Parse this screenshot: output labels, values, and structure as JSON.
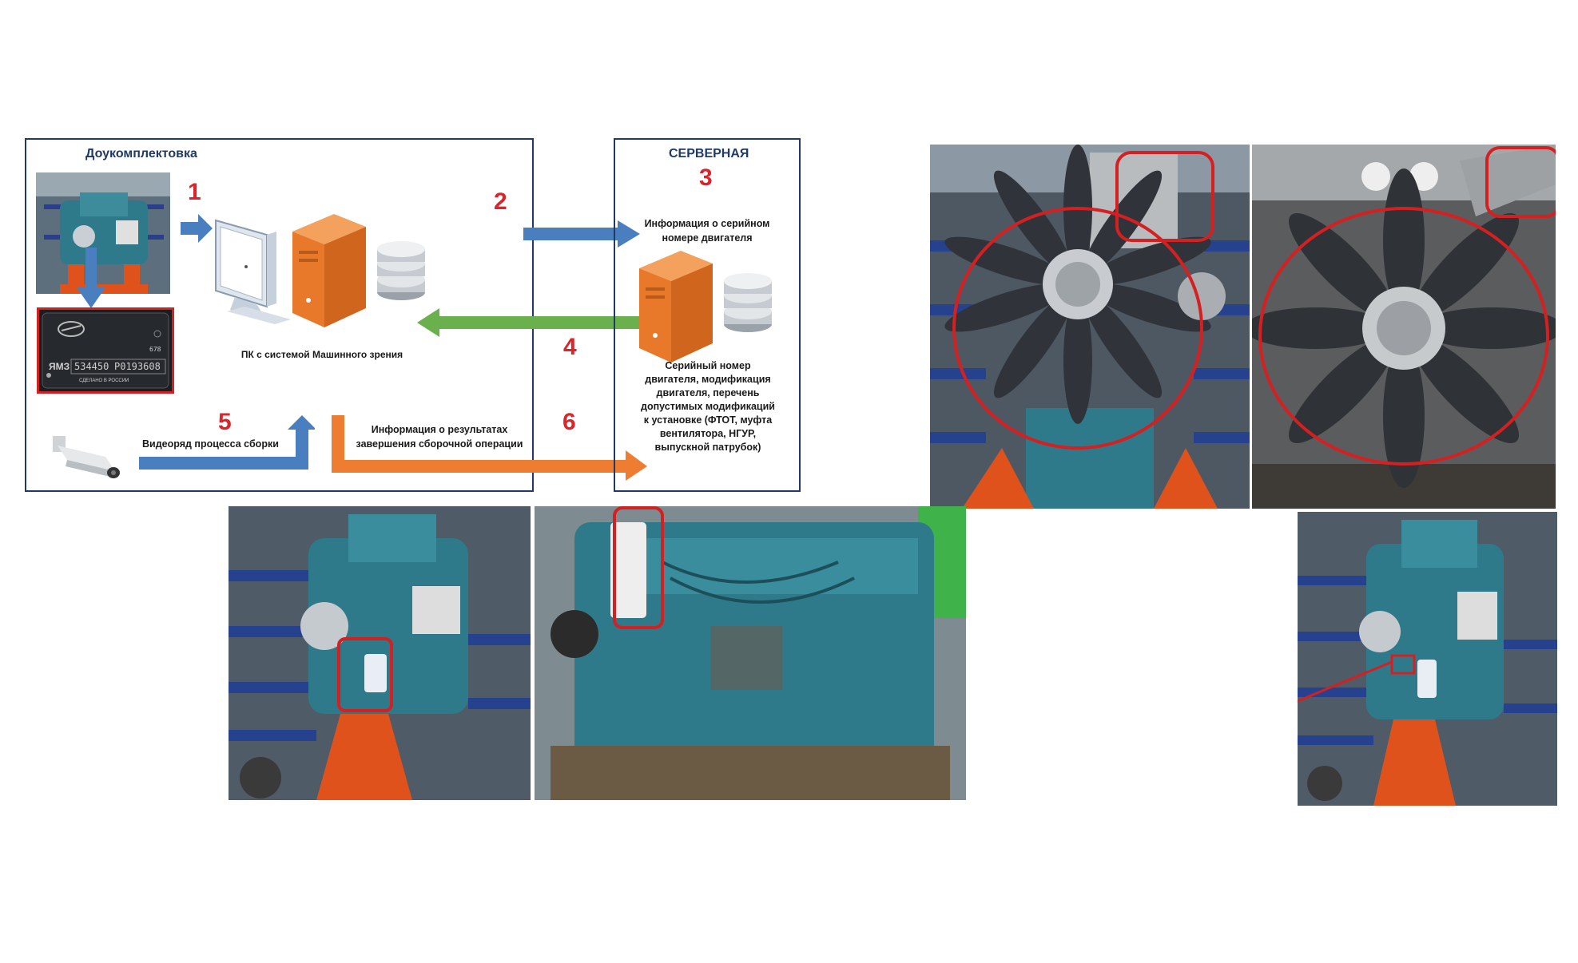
{
  "left_panel": {
    "title": "Доукомплектовка",
    "step1": "1",
    "step5": "5",
    "pc_label": "ПК с системой Машинного зрения",
    "video_label": "Видеоряд процесса сборки",
    "result_label_line1": "Информация о результатах",
    "result_label_line2": "завершения сборочной операции",
    "plate": {
      "brand": "ЯМЗ",
      "serial_left": "534450",
      "serial_right": "P0193608",
      "made_in": "СДЕЛАНО В РОССИИ",
      "code": "678"
    }
  },
  "connectors": {
    "step2": "2",
    "step4": "4",
    "step6": "6"
  },
  "server_panel": {
    "title": "СЕРВЕРНАЯ",
    "step3": "3",
    "request_line1": "Информация о серийном",
    "request_line2": "номере двигателя",
    "response_lines": [
      "Серийный номер",
      "двигателя, модификация",
      "двигателя, перечень",
      "допустимых модификаций",
      "к установке (ФТОТ, муфта",
      "вентилятора, НГУР,",
      "выпускной патрубок)"
    ]
  },
  "colors": {
    "frame": "#1f3a68",
    "step_number": "#d9262c",
    "arrow_blue": "#4a7fbf",
    "arrow_green": "#6ab04c",
    "arrow_orange": "#ee7d31",
    "server_orange": "#e8792a",
    "engine_teal": "#2f7a8a",
    "stand_orange": "#e0521c",
    "highlight_red": "#d42020"
  },
  "photos": [
    "engine-front-fan-photo",
    "engine-fan-closeup-photo",
    "engine-side-filter-photo",
    "engine-injection-side-photo",
    "engine-side-detail-photo"
  ]
}
